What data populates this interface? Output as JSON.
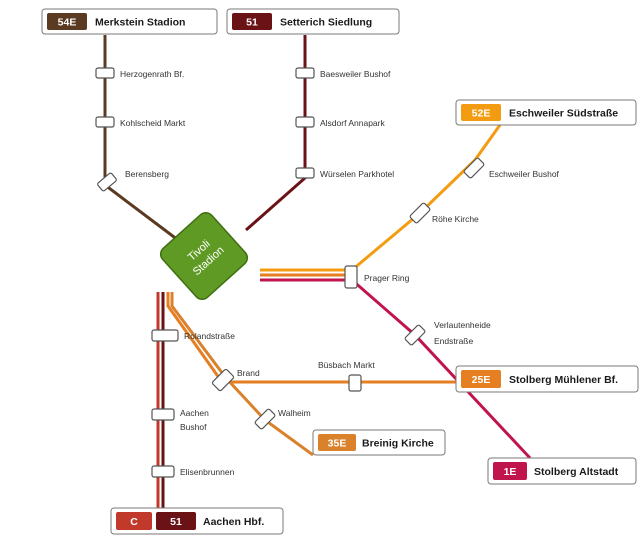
{
  "colors": {
    "line_54E": "#5b3a22",
    "line_51": "#6b1216",
    "line_52E": "#f39c12",
    "line_25E": "#e67e22",
    "line_35E": "#d9822b",
    "line_1E": "#c0144c",
    "line_C": "#c0392b",
    "hub": "#5e9a24"
  },
  "hub": {
    "line1": "Tivoli",
    "line2": "Stadion"
  },
  "terminals": {
    "merkstein": {
      "badge": "54E",
      "name": "Merkstein Stadion"
    },
    "setterich": {
      "badge": "51",
      "name": "Setterich Siedlung"
    },
    "eschweiler": {
      "badge": "52E",
      "name": "Eschweiler Südstraße"
    },
    "stolberg_muehlener": {
      "badge": "25E",
      "name": "Stolberg Mühlener Bf."
    },
    "breinig": {
      "badge": "35E",
      "name": "Breinig Kirche"
    },
    "stolberg_altstadt": {
      "badge": "1E",
      "name": "Stolberg Altstadt"
    },
    "aachen": {
      "badge_c": "C",
      "badge_51": "51",
      "name": "Aachen Hbf."
    }
  },
  "stops": {
    "herzogenrath": "Herzogenrath Bf.",
    "kohlscheid": "Kohlscheid Markt",
    "berensberg": "Berensberg",
    "baesweiler": "Baesweiler Bushof",
    "alsdorf": "Alsdorf Annapark",
    "wuerselen": "Würselen Parkhotel",
    "eschweiler_bushof": "Eschweiler Bushof",
    "roehe": "Röhe Kirche",
    "prager_ring": "Prager Ring",
    "verlautenheide_1": "Verlautenheide",
    "verlautenheide_2": "Endstraße",
    "rolandstrasse": "Rolandstraße",
    "brand": "Brand",
    "buesbach": "Büsbach Markt",
    "aachen_bushof_1": "Aachen",
    "aachen_bushof_2": "Bushof",
    "walheim": "Walheim",
    "elisenbrunnen": "Elisenbrunnen"
  }
}
